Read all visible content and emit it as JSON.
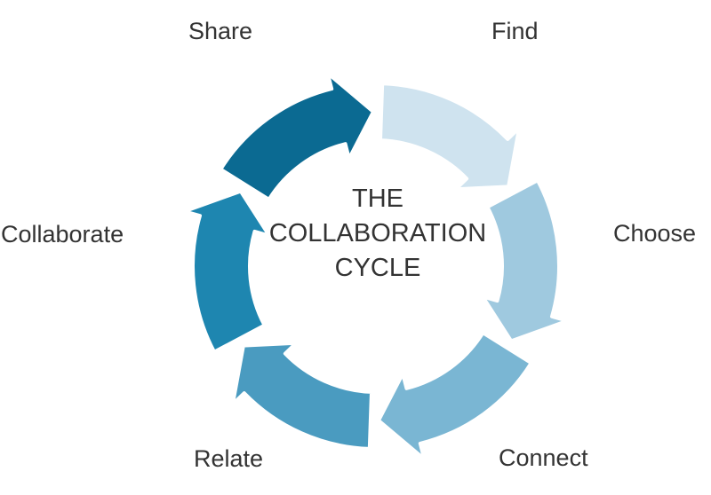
{
  "title": {
    "line1": "THE",
    "line2": "COLLABORATION",
    "line3": "CYCLE"
  },
  "stages": [
    {
      "label": "Find",
      "color": "#cfe3ef"
    },
    {
      "label": "Choose",
      "color": "#9fc9df"
    },
    {
      "label": "Connect",
      "color": "#7ab6d3"
    },
    {
      "label": "Relate",
      "color": "#4a9bc0"
    },
    {
      "label": "Collaborate",
      "color": "#1e86b0"
    },
    {
      "label": "Share",
      "color": "#0b6a92"
    }
  ]
}
